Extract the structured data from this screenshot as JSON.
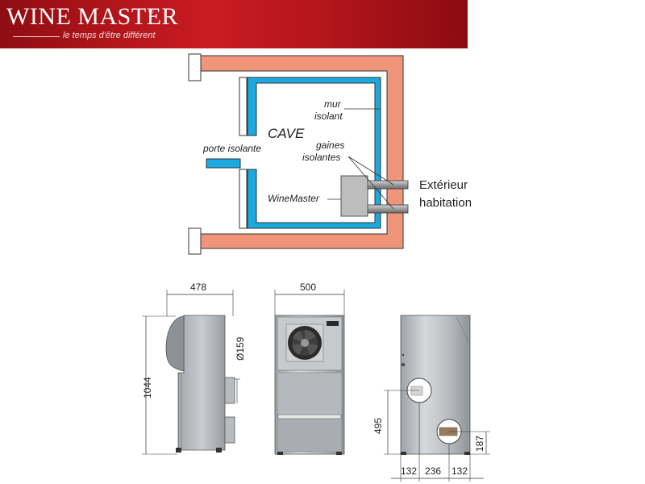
{
  "header": {
    "brand": "WINE MASTER",
    "registered": "®",
    "tagline": "le temps d'être différent"
  },
  "diagram": {
    "cave": "CAVE",
    "wall_line1": "mur",
    "wall_line2": "isolant",
    "ducts_line1": "gaines",
    "ducts_line2": "isolantes",
    "door": "porte isolante",
    "unit": "WineMaster",
    "outside_line1": "Extérieur",
    "outside_line2": "habitation"
  },
  "dimensions": {
    "side_width": "478",
    "side_height": "1044",
    "duct_diameter": "Ø159",
    "front_width": "500",
    "back_hole_height": "495",
    "back_lower_height": "187",
    "back_left": "132",
    "back_middle": "236",
    "back_right": "132"
  },
  "colors": {
    "banner_red": "#b3151b",
    "wall_salmon": "#f0957a",
    "insulation_blue": "#1aa9e0",
    "unit_grey": "#bdbdbd",
    "line": "#333333"
  }
}
